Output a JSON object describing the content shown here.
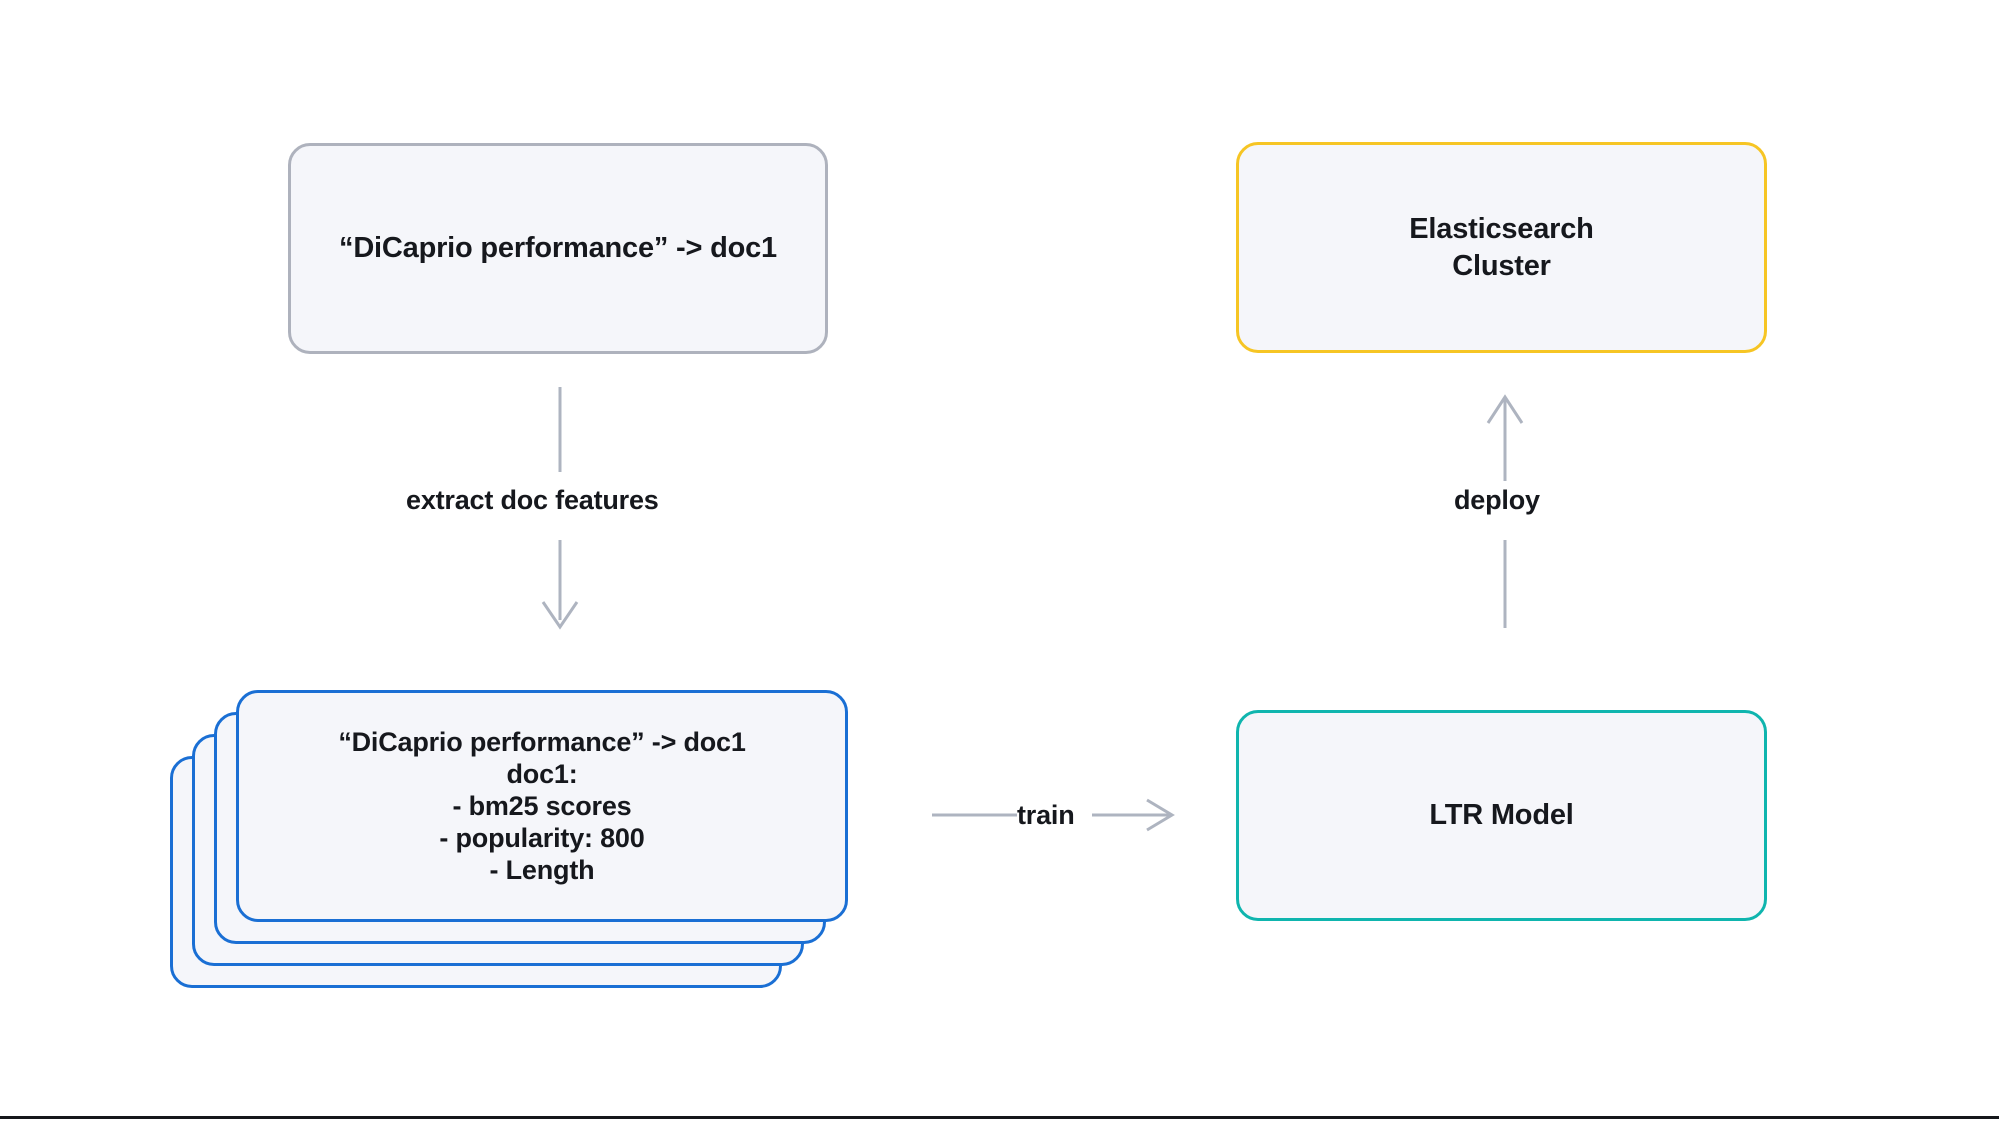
{
  "diagram": {
    "title": "Learning to Rank training and deployment flow",
    "background_color": "#ffffff",
    "nodes": {
      "query_doc": {
        "label": "“DiCaprio performance” -> doc1",
        "border_color": "#aeb2bd",
        "fill_color": "#f5f6fa"
      },
      "elasticsearch_cluster": {
        "label": "Elasticsearch\nCluster",
        "border_color": "#f6c524",
        "fill_color": "#f5f6fa"
      },
      "ltr_model": {
        "label": "LTR Model",
        "border_color": "#0fb5ae",
        "fill_color": "#f5f6fa"
      },
      "feature_cards": {
        "label": "“DiCaprio performance” -> doc1\ndoc1:\n-  bm25 scores\n-  popularity: 800\n-  Length",
        "lines": [
          "“DiCaprio performance” -> doc1",
          "doc1:",
          "-  bm25 scores",
          "-  popularity: 800",
          "-  Length"
        ],
        "border_color": "#1a6fd4",
        "fill_color": "#f5f6fa",
        "stack_count": 4
      }
    },
    "edges": {
      "extract": {
        "label": "extract doc features",
        "from": "query_doc",
        "to": "feature_cards",
        "direction": "down",
        "color": "#aeb4c0"
      },
      "train": {
        "label": "train",
        "from": "feature_cards",
        "to": "ltr_model",
        "direction": "right",
        "color": "#aeb4c0"
      },
      "deploy": {
        "label": "deploy",
        "from": "ltr_model",
        "to": "elasticsearch_cluster",
        "direction": "up",
        "color": "#aeb4c0"
      }
    }
  }
}
